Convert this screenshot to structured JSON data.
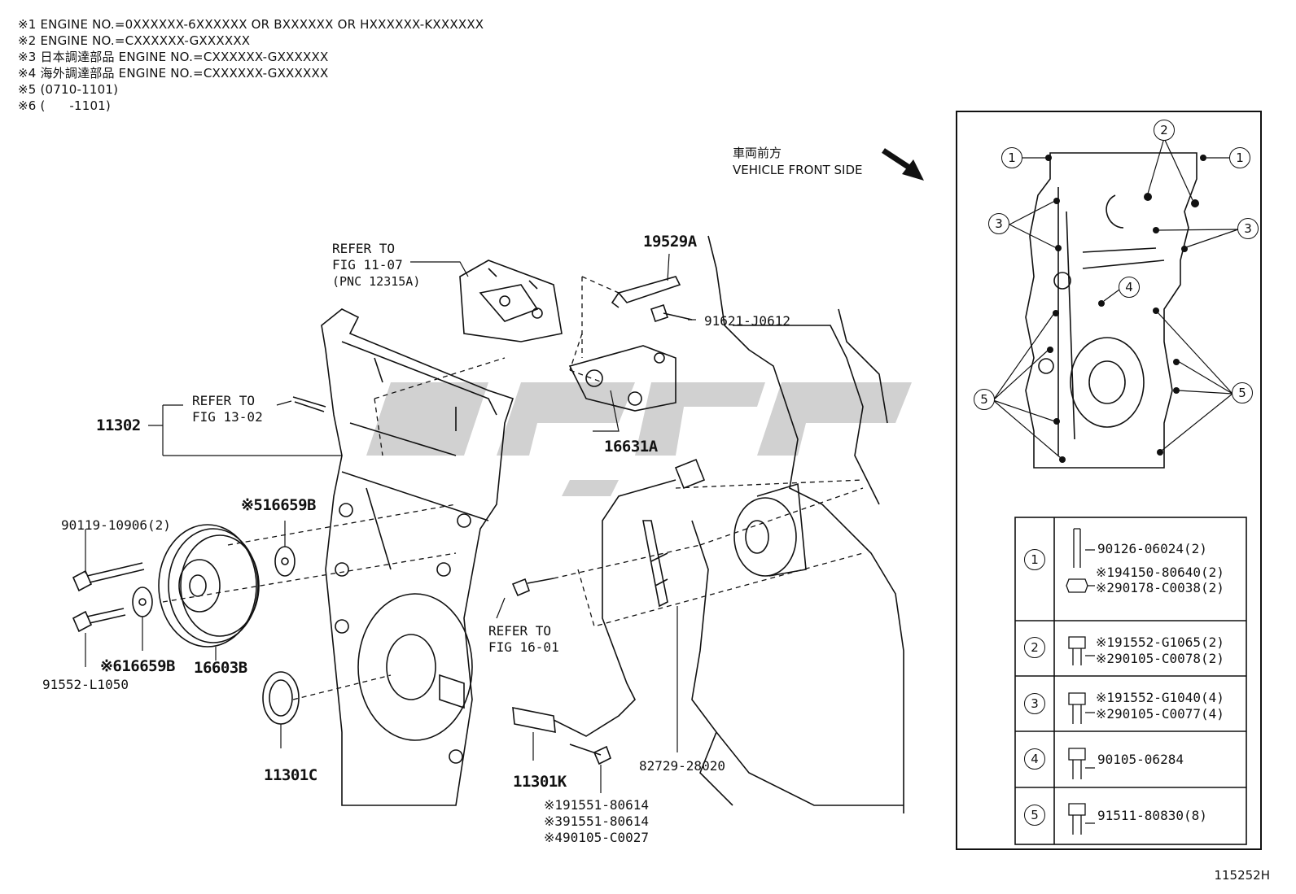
{
  "notes": [
    "※1 ENGINE NO.=0XXXXXX-6XXXXXX OR BXXXXXX OR HXXXXXX-KXXXXXX",
    "※2 ENGINE NO.=CXXXXXX-GXXXXXX",
    "※3 日本調達部品 ENGINE NO.=CXXXXXX-GXXXXXX",
    "※4 海外調達部品 ENGINE NO.=CXXXXXX-GXXXXXX",
    "※5 (0710-1101)",
    "※6 (      -1101)"
  ],
  "front_label": {
    "jp": "車両前方",
    "en": "VEHICLE FRONT SIDE"
  },
  "refs": {
    "ref_1107": [
      "REFER TO",
      "FIG 11-07",
      "(PNC 12315A)"
    ],
    "ref_1302": [
      "REFER TO",
      "FIG 13-02"
    ],
    "ref_1601": [
      "REFER TO",
      "FIG 16-01"
    ]
  },
  "parts": {
    "p19529A": "19529A",
    "p91621": "91621-J0612",
    "p11302": "11302",
    "p16631A": "16631A",
    "p90119": "90119-10906(2)",
    "p16659B_top": "※516659B",
    "p16659B_low": "※616659B",
    "p91552": "91552-L1050",
    "p16603B": "16603B",
    "p11301C": "11301C",
    "p11301K": "11301K",
    "p82729": "82729-28020",
    "p_sub1": "※191551-80614",
    "p_sub3": "※391551-80614",
    "p_sub4": "※490105-C0027"
  },
  "inset_markers": {
    "m1": "1",
    "m2": "2",
    "m3": "3",
    "m4": "4",
    "m5": "5"
  },
  "legend": [
    {
      "num": "1",
      "lines": [
        "90126-06024(2)",
        "※194150-80640(2)",
        "※290178-C0038(2)"
      ]
    },
    {
      "num": "2",
      "lines": [
        "※191552-G1065(2)",
        "※290105-C0078(2)"
      ]
    },
    {
      "num": "3",
      "lines": [
        "※191552-G1040(4)",
        "※290105-C0077(4)"
      ]
    },
    {
      "num": "4",
      "lines": [
        "90105-06284"
      ]
    },
    {
      "num": "5",
      "lines": [
        "91511-80830(8)"
      ]
    }
  ],
  "diagram_code": "115252H"
}
